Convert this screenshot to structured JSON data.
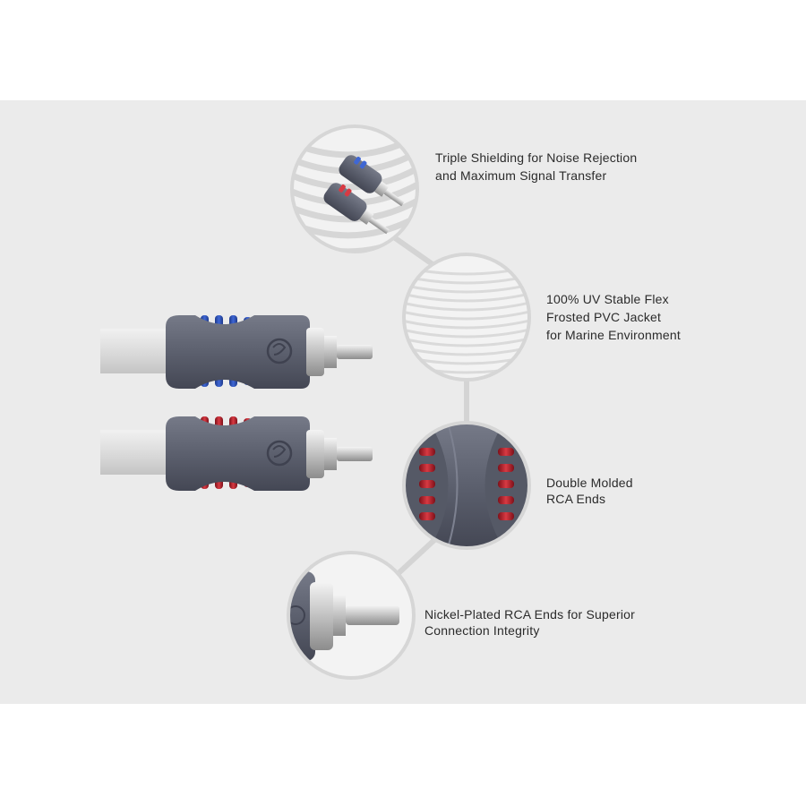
{
  "features": [
    {
      "line1": "Triple Shielding for Noise Rejection",
      "line2": "and Maximum Signal Transfer"
    },
    {
      "line1": "100% UV Stable Flex",
      "line2": "Frosted PVC Jacket",
      "line3": "for Marine Environment"
    },
    {
      "line1": "Double Molded",
      "line2": "RCA Ends"
    },
    {
      "line1": "Nickel-Plated RCA Ends for Superior",
      "line2": "Connection Integrity"
    }
  ],
  "colors": {
    "panel_background": "#ebebeb",
    "connector_body": "#5e6270",
    "left_channel_grip": "#2f4fb0",
    "right_channel_grip": "#b21f2a",
    "cable_jacket": "#dcdcdc",
    "nickel": "#c9c9c9"
  },
  "logo": "spiral-s-logo"
}
